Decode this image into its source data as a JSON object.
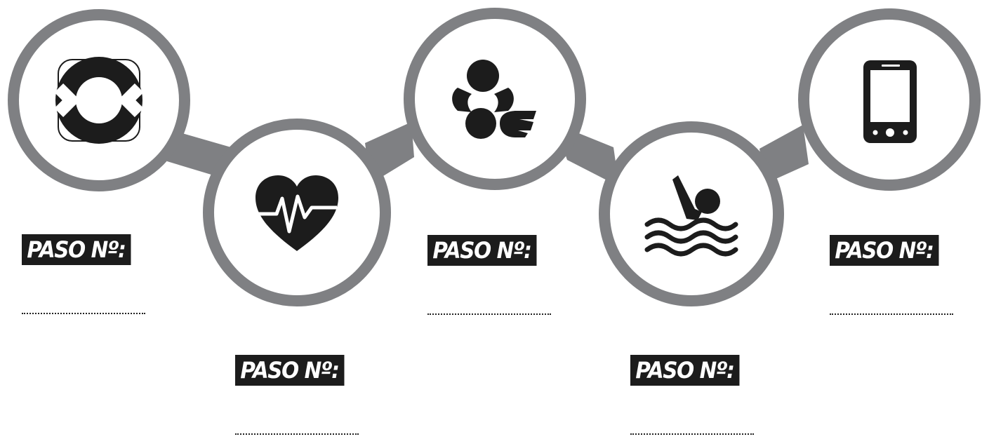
{
  "colors": {
    "ring": "#7f8083",
    "circle_fill": "#ffffff",
    "icon": "#1c1c1c",
    "label_bg": "#1c1c1c",
    "label_text": "#ffffff"
  },
  "steps": [
    {
      "icon": "lifebuoy-icon",
      "label": "PASO Nº:",
      "blank": ""
    },
    {
      "icon": "heartbeat-icon",
      "label": "PASO Nº:",
      "blank": ""
    },
    {
      "icon": "cpr-icon",
      "label": "PASO Nº:",
      "blank": ""
    },
    {
      "icon": "swimmer-icon",
      "label": "PASO Nº:",
      "blank": ""
    },
    {
      "icon": "mobile-phone-icon",
      "label": "PASO Nº:",
      "blank": ""
    }
  ]
}
